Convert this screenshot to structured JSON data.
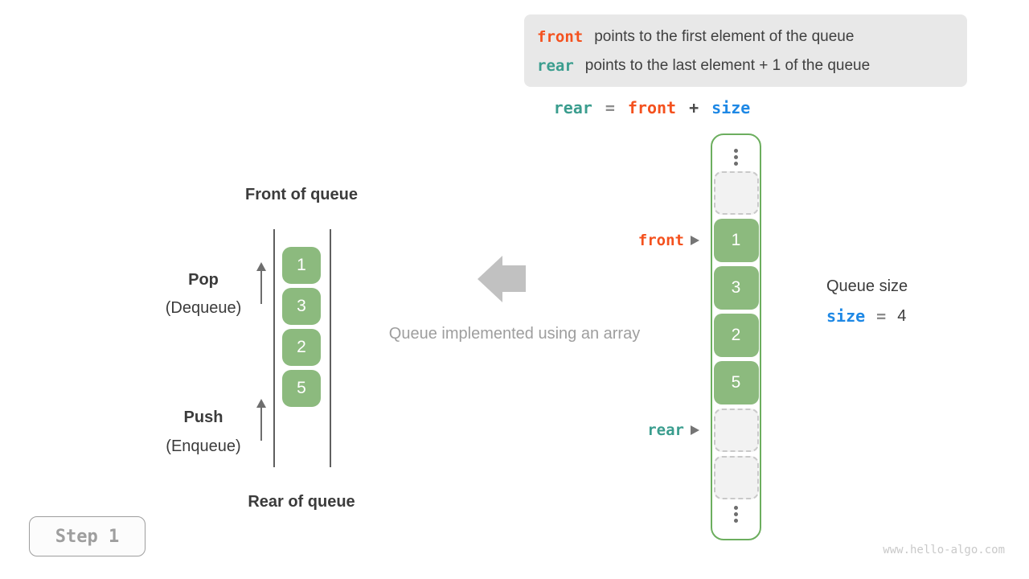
{
  "legend": {
    "front_code": "front",
    "front_text": "points to the first element of the queue",
    "rear_code": "rear",
    "rear_text": "points to the last element + 1 of the queue"
  },
  "formula": {
    "tokens": [
      {
        "text": "rear",
        "color": "#3a9d8e"
      },
      {
        "text": "=",
        "color": "#8d8d8d"
      },
      {
        "text": "front",
        "color": "#f4511e"
      },
      {
        "text": "+",
        "color": "#4a4a4a"
      },
      {
        "text": "size",
        "color": "#1e88e5"
      }
    ]
  },
  "abstract_queue": {
    "front_label": "Front of queue",
    "rear_label": "Rear of queue",
    "pop_label": "Pop",
    "pop_sublabel": "(Dequeue)",
    "push_label": "Push",
    "push_sublabel": "(Enqueue)",
    "values": [
      "1",
      "3",
      "2",
      "5"
    ]
  },
  "caption": "Queue implemented using an array",
  "array_view": {
    "front_pointer_label": "front",
    "rear_pointer_label": "rear",
    "cells": [
      {
        "type": "dots"
      },
      {
        "type": "empty"
      },
      {
        "type": "filled",
        "value": "1"
      },
      {
        "type": "filled",
        "value": "3"
      },
      {
        "type": "filled",
        "value": "2"
      },
      {
        "type": "filled",
        "value": "5"
      },
      {
        "type": "empty"
      },
      {
        "type": "empty"
      },
      {
        "type": "dots"
      }
    ]
  },
  "size_info": {
    "label": "Queue size",
    "variable": "size",
    "equals": "=",
    "value": "4"
  },
  "step_badge": "Step 1",
  "watermark": "www.hello-algo.com",
  "colors": {
    "orange": "#f4511e",
    "teal": "#3a9d8e",
    "blue": "#1e88e5",
    "green_fill": "#8cba7e",
    "green_border": "#6cae5e",
    "legend_bg": "#e8e8e8"
  }
}
